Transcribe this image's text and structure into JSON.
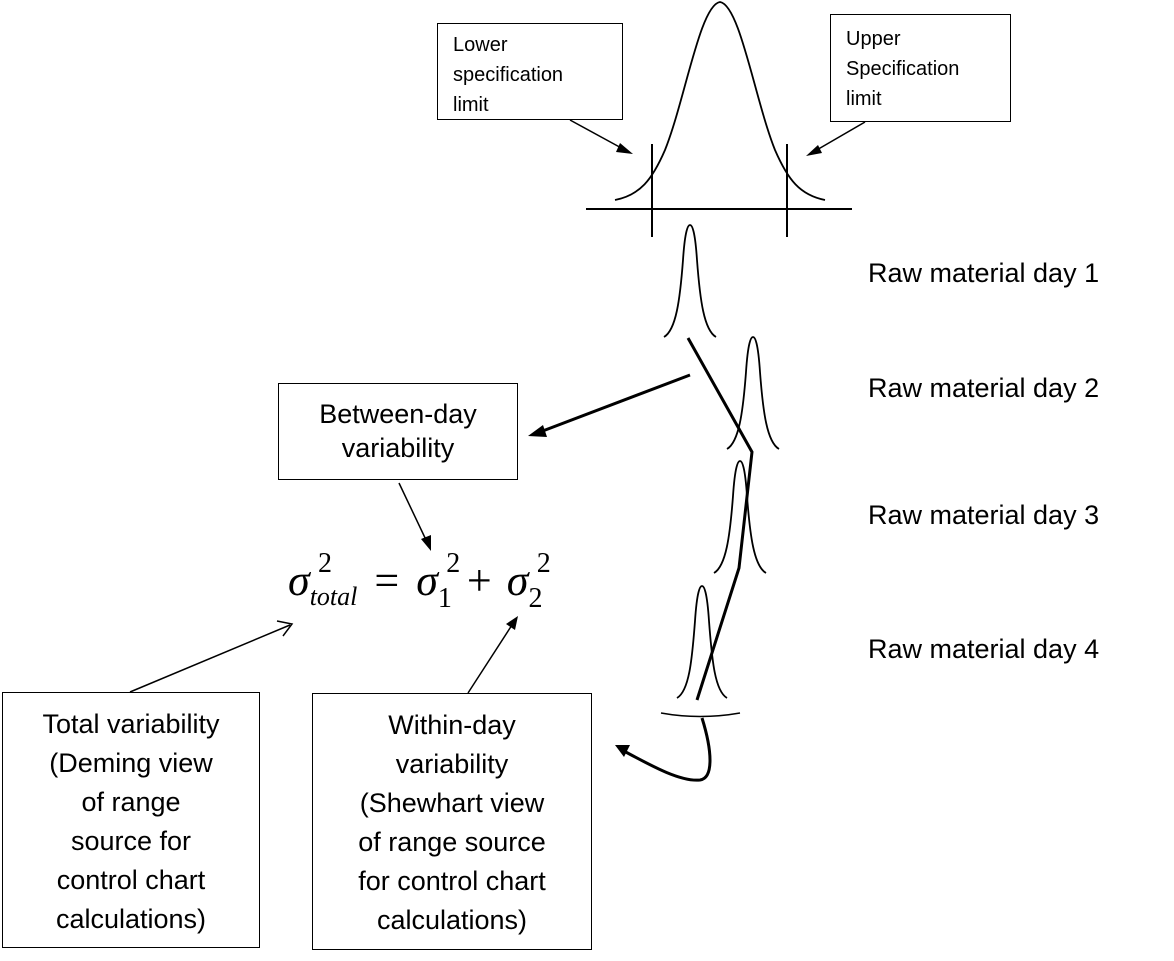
{
  "title": "Sources of variability: between-day vs within-day raw material variation",
  "spec_limits": {
    "lower_label": [
      "Lower",
      "specification",
      "limit"
    ],
    "upper_label": [
      "Upper",
      "Specification",
      "limit"
    ]
  },
  "days": [
    {
      "label": "Raw material day 1"
    },
    {
      "label": "Raw material day 2"
    },
    {
      "label": "Raw material day 3"
    },
    {
      "label": "Raw material day 4"
    }
  ],
  "between_day_box": {
    "lines": [
      "Between-day",
      "variability"
    ]
  },
  "equation": {
    "lhs_symbol": "σ",
    "lhs_subscript": "total",
    "lhs_superscript": "2",
    "equals": "=",
    "term1_symbol": "σ",
    "term1_subscript": "1",
    "term1_superscript": "2",
    "plus": "+",
    "term2_symbol": "σ",
    "term2_subscript": "2",
    "term2_superscript": "2"
  },
  "total_box": {
    "lines": [
      "Total variability",
      "(Deming view",
      "of range",
      "source for",
      "control chart",
      "calculations)"
    ]
  },
  "within_box": {
    "lines": [
      "Within-day",
      "variability",
      "(Shewhart view",
      "of range source",
      "for control chart",
      "calculations)"
    ]
  }
}
